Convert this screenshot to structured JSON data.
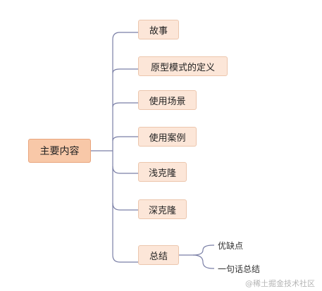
{
  "root": {
    "label": "主要内容"
  },
  "branches": [
    {
      "label": "故事"
    },
    {
      "label": "原型模式的定义"
    },
    {
      "label": "使用场景"
    },
    {
      "label": "使用案例"
    },
    {
      "label": "浅克隆"
    },
    {
      "label": "深克隆"
    },
    {
      "label": "总结"
    }
  ],
  "leaves": [
    {
      "label": "优缺点"
    },
    {
      "label": "一句话总结"
    }
  ],
  "watermark": "@稀土掘金技术社区",
  "colors": {
    "line": "#7a7fa6",
    "root_fill": "#f8c8a8",
    "branch_fill": "#fce6d8"
  }
}
